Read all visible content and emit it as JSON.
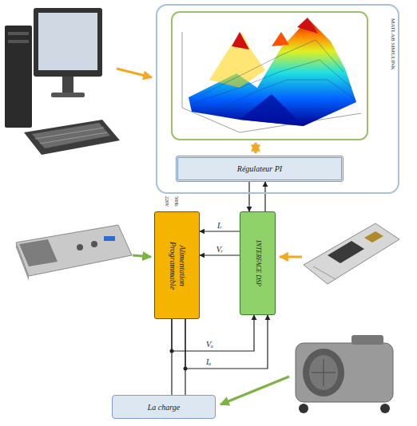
{
  "diagram": {
    "nodes": [
      {
        "text": [
          "MATLAB SIMULINK"
        ]
      },
      {
        "text": [
          "Régulateur PI"
        ],
        "in": 0
      },
      {
        "text": [
          "Alimentation Programmable"
        ]
      },
      {
        "text": [
          "INTERFACE DSP"
        ]
      },
      {
        "text": [
          "La charge"
        ]
      }
    ],
    "edges": [
      {
        "from": 1,
        "to": 3,
        "arrow": "to"
      },
      {
        "from": 3,
        "to": 1,
        "arrow": "to"
      },
      {
        "from": 3,
        "to": 2,
        "arrow": "to",
        "label": "Iᵣ"
      },
      {
        "from": 3,
        "to": 2,
        "arrow": "to",
        "label": "Vᵣ"
      },
      {
        "from": 2,
        "to": 4,
        "arrow": "none"
      },
      {
        "from": 2,
        "to": 4,
        "arrow": "none"
      },
      {
        "from": 2,
        "to": 3,
        "arrow": "to"
      },
      {
        "from": 2,
        "to": 3,
        "arrow": "to"
      }
    ],
    "labels": [
      "220V",
      "50Hz",
      "Vₒ",
      "Iₒ"
    ]
  }
}
